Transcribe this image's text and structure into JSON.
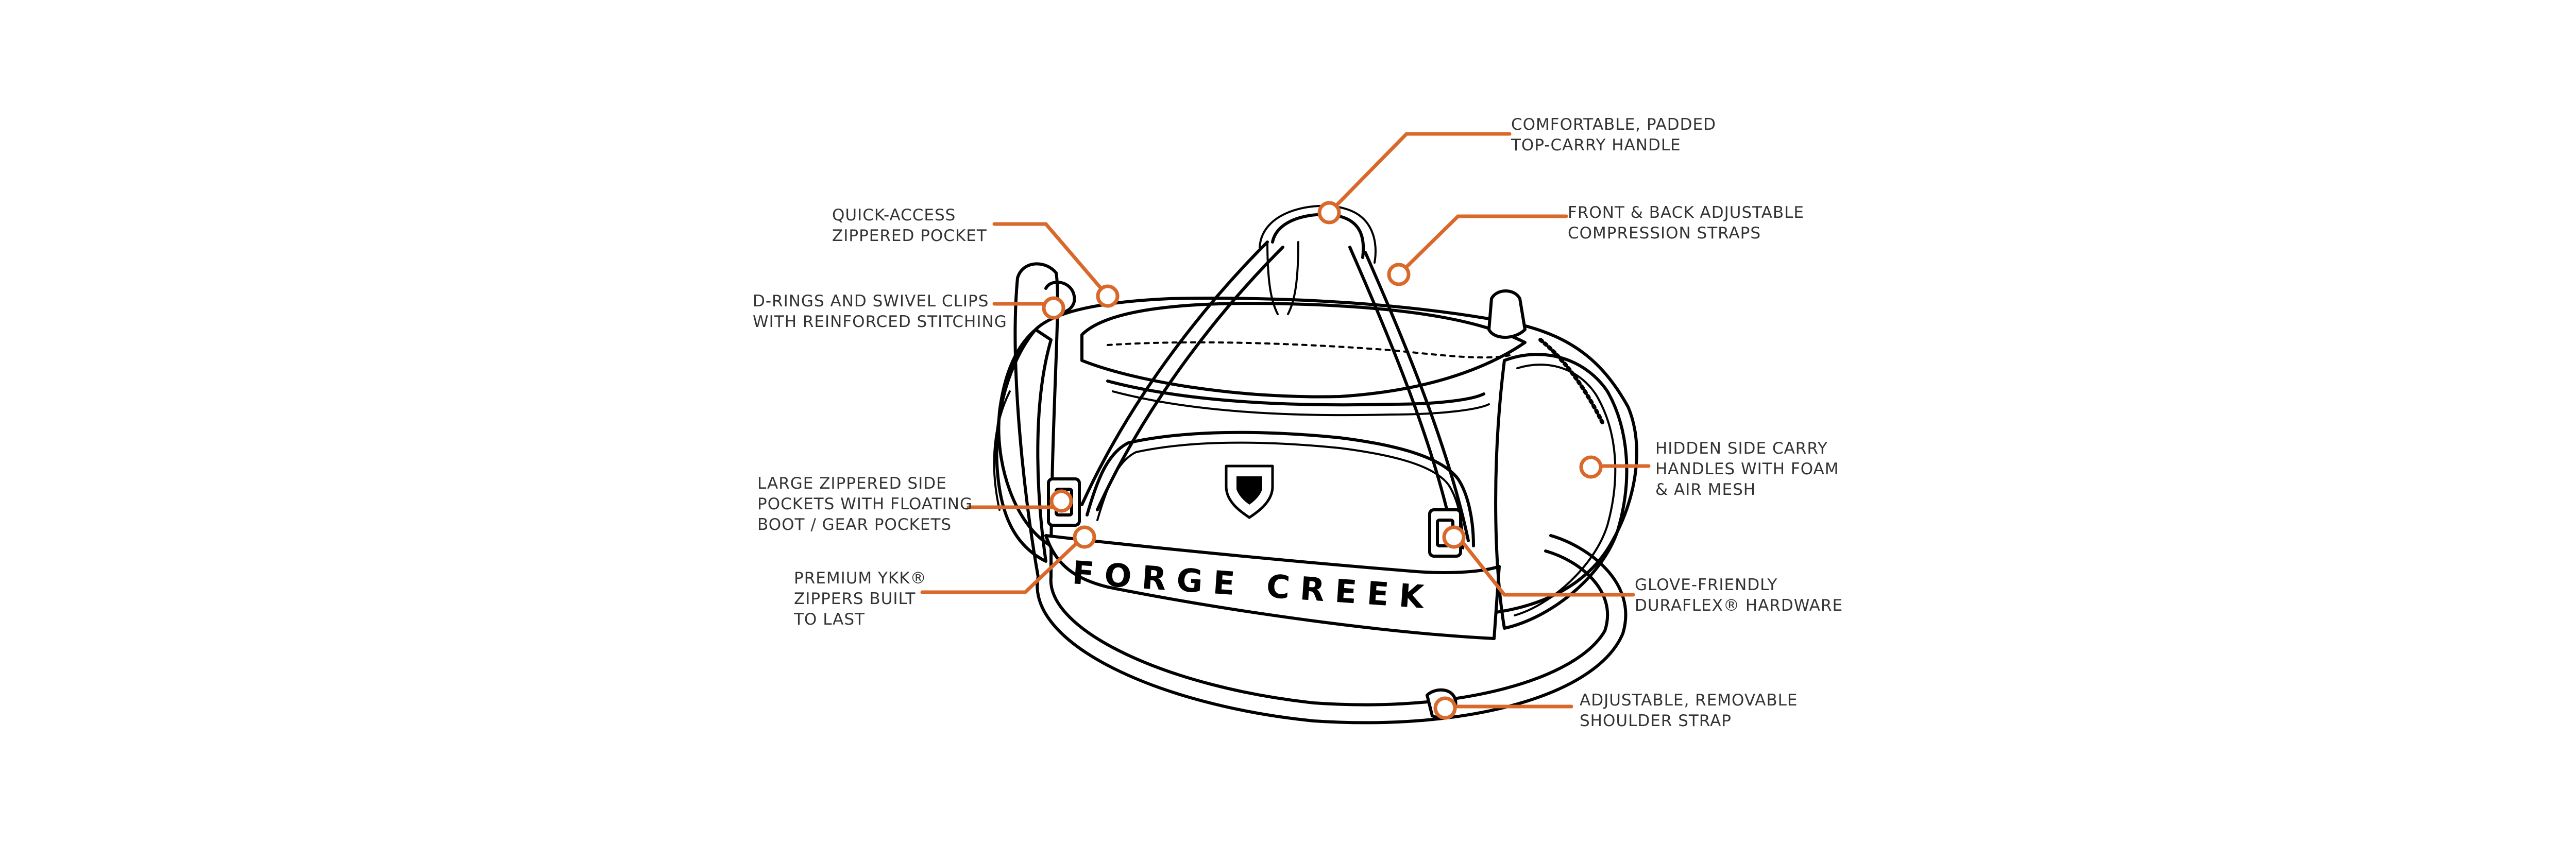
{
  "diagram": {
    "brand_wordmark": "FORGE CREEK",
    "accent_color": "#d9692a",
    "callouts": [
      {
        "id": "top-carry-handle",
        "lines": [
          "COMFORTABLE, PADDED",
          "TOP-CARRY HANDLE"
        ]
      },
      {
        "id": "compression-straps",
        "lines": [
          "FRONT & BACK ADJUSTABLE",
          "COMPRESSION STRAPS"
        ]
      },
      {
        "id": "quick-access-pocket",
        "lines": [
          "QUICK-ACCESS",
          "ZIPPERED POCKET"
        ]
      },
      {
        "id": "d-rings",
        "lines": [
          "D-RINGS AND SWIVEL CLIPS",
          "WITH REINFORCED STITCHING"
        ]
      },
      {
        "id": "hidden-side-handles",
        "lines": [
          "HIDDEN SIDE CARRY",
          "HANDLES WITH FOAM",
          "& AIR MESH"
        ]
      },
      {
        "id": "side-pockets",
        "lines": [
          "LARGE ZIPPERED SIDE",
          "POCKETS WITH FLOATING",
          "BOOT / GEAR POCKETS"
        ]
      },
      {
        "id": "ykk-zippers",
        "lines": [
          "PREMIUM YKK®",
          "ZIPPERS BUILT",
          "TO LAST"
        ]
      },
      {
        "id": "duraflex-hardware",
        "lines": [
          "GLOVE-FRIENDLY",
          "DURAFLEX® HARDWARE"
        ]
      },
      {
        "id": "shoulder-strap",
        "lines": [
          "ADJUSTABLE, REMOVABLE",
          "SHOULDER STRAP"
        ]
      }
    ]
  }
}
